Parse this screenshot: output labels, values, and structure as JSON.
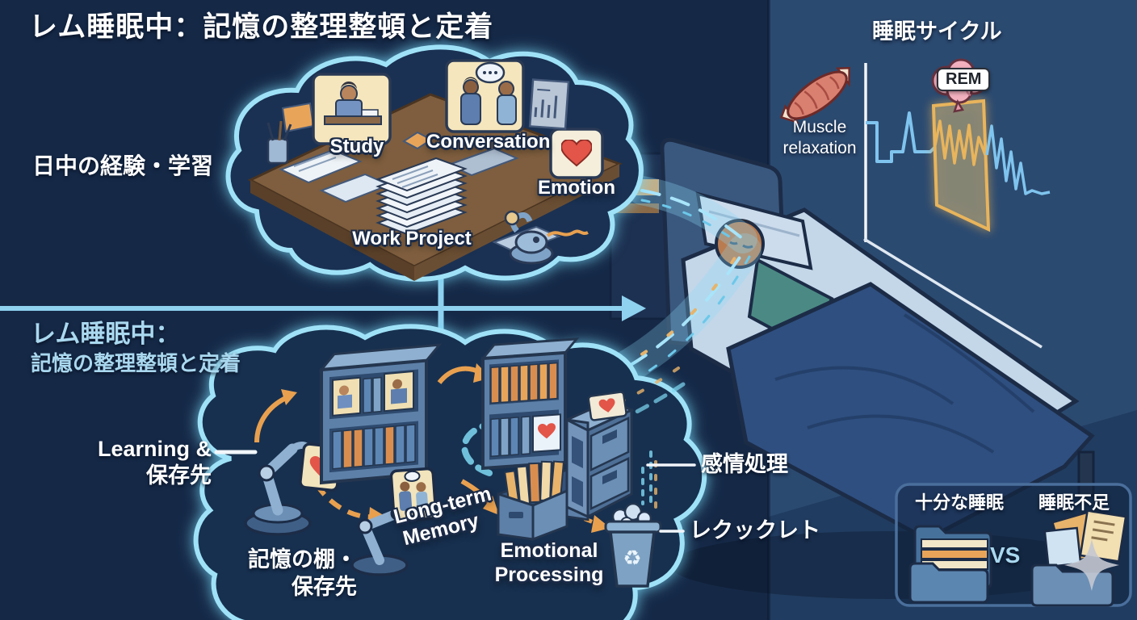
{
  "header": {
    "title": "レム睡眠中：記憶の整理整頓と定着"
  },
  "colors": {
    "background": "#152947",
    "right_wall": "#2b4a70",
    "floor": "#203c60",
    "brain_glow": "#8edff7",
    "accent_orange": "#e8a04f",
    "heart_red": "#e25548",
    "rem_pink": "#f2b0bf",
    "hypnogram_blue": "#7fc4ee",
    "rem_window_orange": "#e8b45c",
    "label_cyan": "#a9d8ef"
  },
  "daytime": {
    "label": "日中の経験・学習",
    "cards": {
      "study": "Study",
      "conversation": "Conversation",
      "emotion": "Emotion",
      "work_project": "Work Project"
    }
  },
  "rem_section": {
    "label_line1": "レム睡眠中：",
    "label_line2": "記憶の整理整頓と定着",
    "labels": {
      "learning_line1": "Learning &",
      "learning_line2": "保存先",
      "long_term_line1": "Long-term",
      "long_term_line2": "Memory",
      "emotional_line1": "Emotional",
      "emotional_line2": "Processing",
      "memory_shelf_line1": "記憶の棚・",
      "memory_shelf_line2": "保存先",
      "emotion_processing": "感情処理",
      "discard": "レクックレト"
    }
  },
  "sleep_cycle": {
    "title": "睡眠サイクル",
    "muscle_line1": "Muscle",
    "muscle_line2": "relaxation",
    "rem_badge": "REM"
  },
  "comparison": {
    "good_label": "十分な睡眠",
    "vs_label": "VS",
    "bad_label": "睡眠不足"
  }
}
